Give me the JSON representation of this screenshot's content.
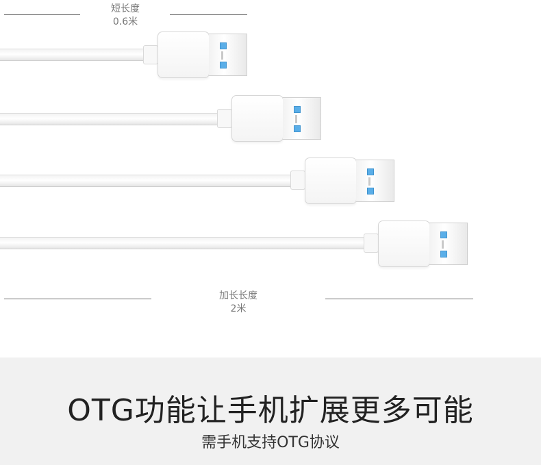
{
  "short_label": {
    "title": "短长度",
    "value": "0.6米"
  },
  "long_label": {
    "title": "加长长度",
    "value": "2米"
  },
  "cables": [
    {
      "name": "cable-1"
    },
    {
      "name": "cable-2"
    },
    {
      "name": "cable-3"
    },
    {
      "name": "cable-4"
    }
  ],
  "colors": {
    "pin": "#5aaee8",
    "background_bottom": "#f1f1f1"
  },
  "headline": "OTG功能让手机扩展更多可能",
  "subline": "需手机支持OTG协议"
}
